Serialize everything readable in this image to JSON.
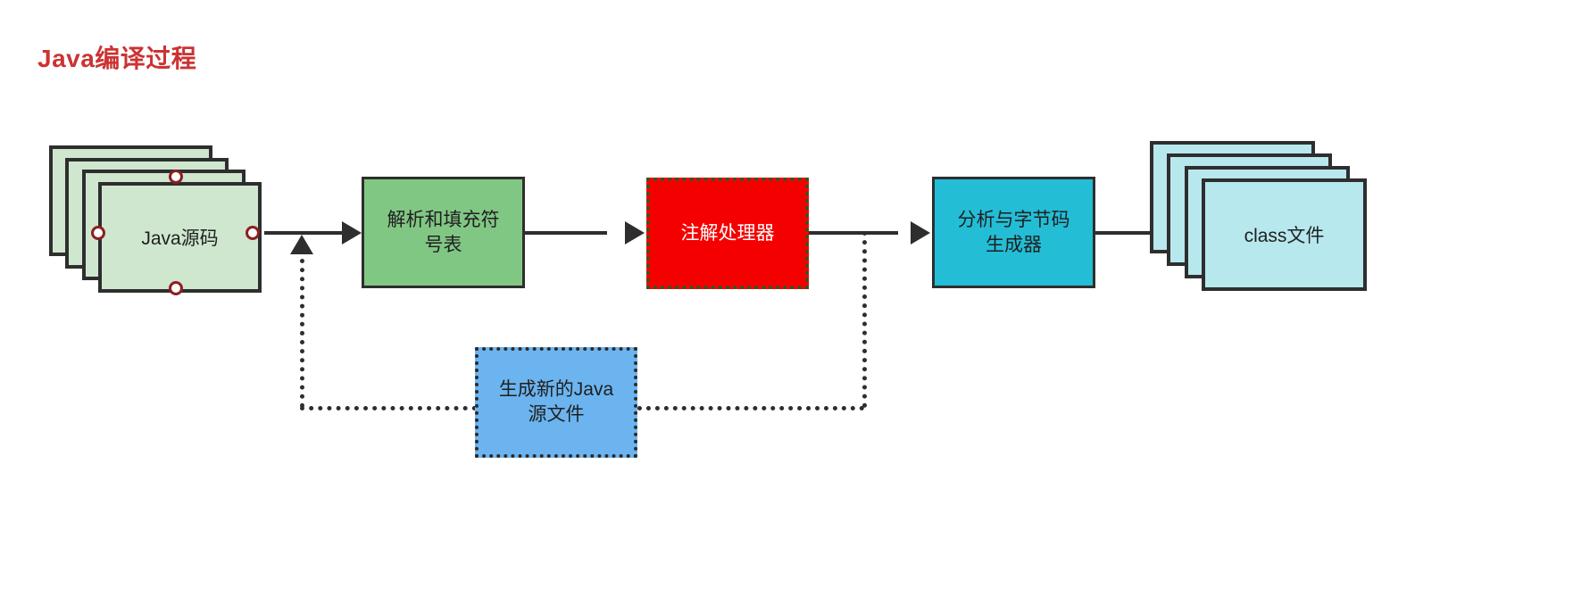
{
  "title": "Java编译过程",
  "theme": {
    "title_color": "#cc3333",
    "stroke": "#2e2e2e",
    "source_fill": "#cfe7cf",
    "parse_fill": "#81c784",
    "annotation_fill": "#f50000",
    "annotation_border": "#1e6023",
    "annotation_text": "#ffffff",
    "newsource_fill": "#6cb4ef",
    "newsource_border": "#2b2b2b",
    "bytecode_fill": "#23bdd6",
    "classfile_fill": "#b7e8ee",
    "handle_fill": "#ffffff",
    "handle_border": "#8c1f1f"
  },
  "nodes": {
    "source": {
      "label": "Java源码",
      "shape": "document-stack",
      "sheets": 4
    },
    "parse": {
      "label": "解析和填充符\n号表",
      "shape": "rectangle"
    },
    "annotation": {
      "label": "注解处理器",
      "shape": "rectangle-dotted"
    },
    "newsource": {
      "label": "生成新的Java\n源文件",
      "shape": "rectangle-dotted"
    },
    "bytecode": {
      "label": "分析与字节码\n生成器",
      "shape": "rectangle"
    },
    "classfile": {
      "label": "class文件",
      "shape": "document-stack",
      "sheets": 4
    }
  },
  "connectors": [
    {
      "from": "source",
      "to": "parse",
      "style": "solid",
      "arrow": "right"
    },
    {
      "from": "parse",
      "to": "annotation",
      "style": "solid",
      "arrow": "right"
    },
    {
      "from": "annotation",
      "to": "bytecode",
      "style": "solid",
      "arrow": "right"
    },
    {
      "from": "bytecode",
      "to": "classfile",
      "style": "solid",
      "arrow": "right"
    },
    {
      "from": "annotation",
      "to": "newsource",
      "style": "dotted",
      "arrow": "none"
    },
    {
      "from": "newsource",
      "to": "parse",
      "style": "dotted",
      "arrow": "up"
    }
  ]
}
